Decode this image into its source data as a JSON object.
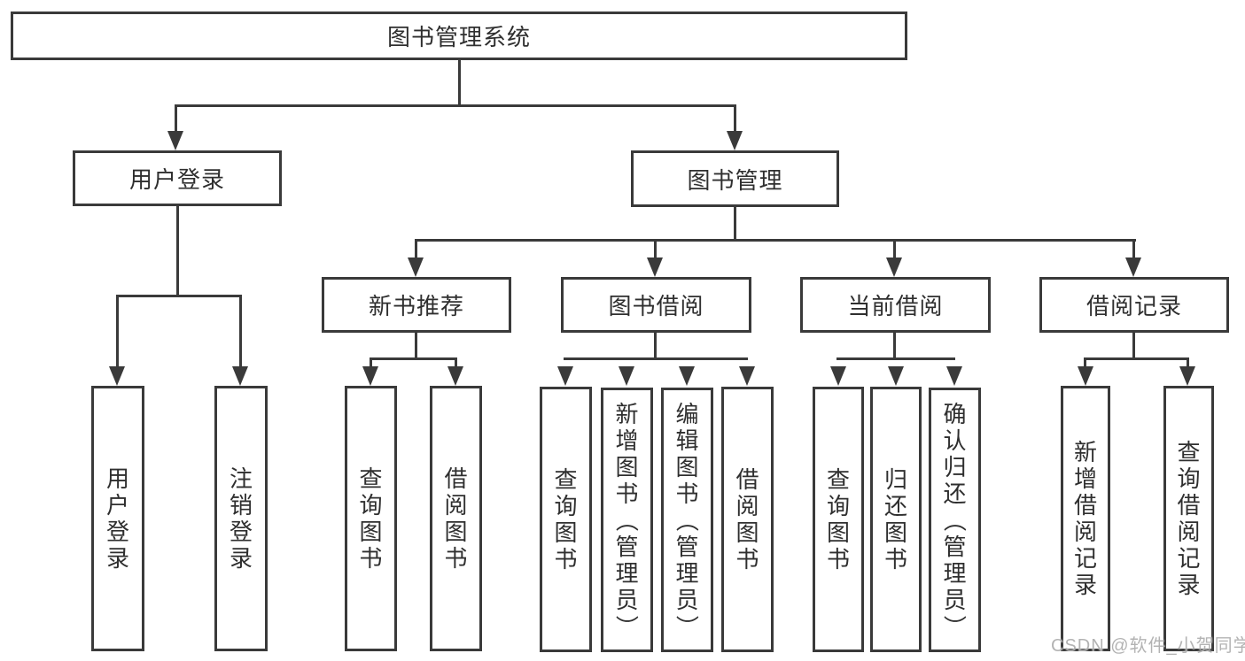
{
  "tree": {
    "label": "图书管理系统",
    "children": [
      {
        "label": "用户登录",
        "children": [
          {
            "label": "用户登录"
          },
          {
            "label": "注销登录"
          }
        ]
      },
      {
        "label": "图书管理",
        "children": [
          {
            "label": "新书推荐",
            "children": [
              {
                "label": "查询图书"
              },
              {
                "label": "借阅图书"
              }
            ]
          },
          {
            "label": "图书借阅",
            "children": [
              {
                "label": "查询图书"
              },
              {
                "label": "新增图书（管理员）"
              },
              {
                "label": "编辑图书（管理员）"
              },
              {
                "label": "借阅图书"
              }
            ]
          },
          {
            "label": "当前借阅",
            "children": [
              {
                "label": "查询图书"
              },
              {
                "label": "归还图书"
              },
              {
                "label": "确认归还（管理员）"
              }
            ]
          },
          {
            "label": "借阅记录",
            "children": [
              {
                "label": "新增借阅记录"
              },
              {
                "label": "查询借阅记录"
              }
            ]
          }
        ]
      }
    ]
  },
  "watermark": {
    "text": "CSDN @软件_小贺同学"
  },
  "colors": {
    "line": "#3a3a3a",
    "text": "#2f2f2f",
    "background": "#ffffff",
    "watermark": "#adadad"
  }
}
